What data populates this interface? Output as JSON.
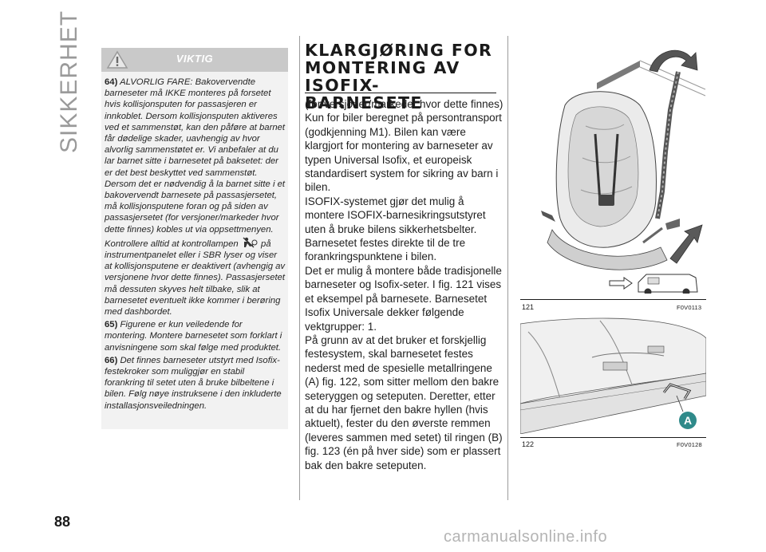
{
  "side_tab": {
    "label": "SIKKERHET"
  },
  "page_number": "88",
  "warning": {
    "title": "VIKTIG",
    "paragraphs": [
      {
        "num": "64)",
        "text": "ALVORLIG FARE: Bakovervendte barneseter må IKKE monteres på forsetet hvis kollisjonsputen for passasjeren er innkoblet. Dersom kollisjonsputen aktiveres ved et sammenstøt, kan den påføre at barnet får dødelige skader, uavhengig av hvor alvorlig sammenstøtet er. Vi anbefaler at du lar barnet sitte i barnesetet på baksetet: der er det best beskyttet ved sammenstøt. Dersom det er nødvendig å la barnet sitte i et bakovervendt barnesete på passasjersetet, må kollisjonsputene foran og på siden av passasjersetet (for versjoner/markeder hvor dette finnes) kobles ut via oppsettmenyen."
      },
      {
        "num": "",
        "text_before_icon": "Kontrollere alltid at kontrollampen",
        "text_after_icon": "på instrumentpanelet eller i SBR lyser og viser at kollisjonsputene er deaktivert (avhengig av versjonene hvor dette finnes). Passasjersetet må dessuten skyves helt tilbake, slik at barnesetet eventuelt ikke kommer i berøring med dashbordet."
      },
      {
        "num": "65)",
        "text": "Figurene er kun veiledende for montering. Montere barnesetet som forklart i anvisningene som skal følge med produktet."
      },
      {
        "num": "66)",
        "text": "Det finnes barneseter utstyrt med Isofix-festekroker som muliggjør en stabil forankring til setet uten å bruke bilbeltene i bilen. Følg nøye instruksene i den inkluderte installasjonsveiledningen."
      }
    ]
  },
  "section": {
    "heading_lines": [
      "KLARGJØRING FOR",
      "MONTERING AV",
      "ISOFIX-BARNESETE"
    ],
    "paragraphs": [
      "(for versjoner/markeder hvor dette finnes)",
      "Kun for biler beregnet på persontransport (godkjenning M1). Bilen kan være klargjort for montering av barneseter av typen Universal Isofix, et europeisk standardisert system for sikring av barn i bilen.",
      "ISOFIX-systemet gjør det mulig å montere ISOFIX-barnesikringsutstyret uten å bruke bilens sikkerhetsbelter. Barnesetet festes direkte til de tre forankringspunktene i bilen.",
      "Det er mulig å montere både tradisjonelle barneseter og Isofix-seter. I fig. 121 vises et eksempel på barnesete. Barnesetet Isofix Universale dekker følgende vektgrupper: 1.",
      "På grunn av at det bruker et forskjellig festesystem, skal barnesetet festes nederst med de spesielle metallringene (A) fig. 122, som sitter mellom den bakre seteryggen og seteputen. Deretter, etter at du har fjernet den bakre hyllen (hvis aktuelt), fester du den øverste remmen (leveres sammen med setet) til ringen (B) fig. 123 (én på hver side) som er plassert bak den bakre seteputen."
    ]
  },
  "figures": [
    {
      "number": "121",
      "code": "F0V0113"
    },
    {
      "number": "122",
      "code": "F0V0128",
      "callout": "A"
    }
  ],
  "watermark": "carmanualsonline.info",
  "colors": {
    "warning_header": "#c9c9c9",
    "warning_body": "#f2f2f2",
    "callout": "#2f8a8a",
    "side_tab": "#9a9a9a"
  }
}
